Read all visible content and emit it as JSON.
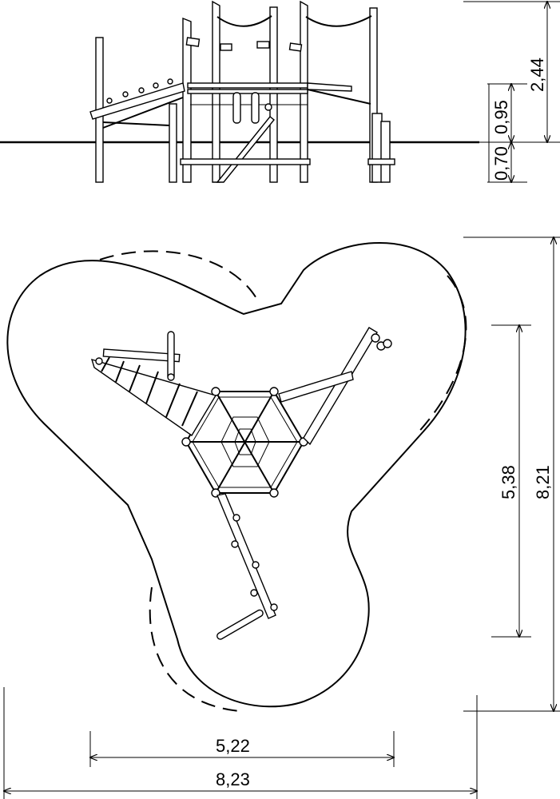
{
  "drawing": {
    "elevation_dimensions": {
      "total_height": "2,44",
      "platform_height": "0,95",
      "foundation_depth": "0,70"
    },
    "plan_dimensions": {
      "equipment_width": "5,22",
      "safety_area_width": "8,23",
      "equipment_depth": "5,38",
      "safety_area_depth": "8,21"
    },
    "colors": {
      "line": "#000000",
      "background": "#ffffff"
    }
  }
}
